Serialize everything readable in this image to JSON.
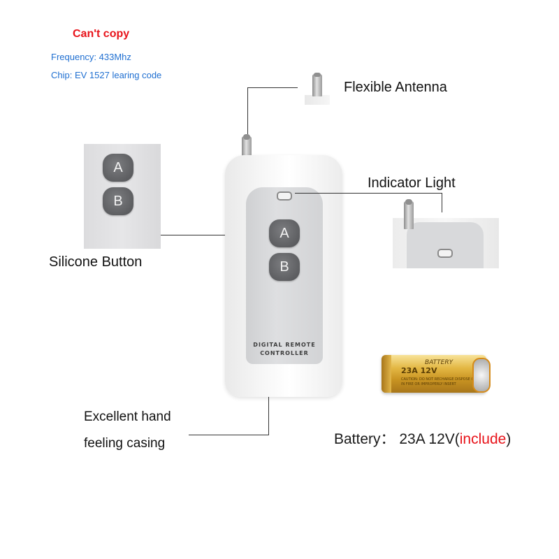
{
  "notes": {
    "cant_copy": "Can't copy",
    "frequency": "Frequency: 433Mhz",
    "chip": "Chip: EV 1527 learing code"
  },
  "labels": {
    "flexible_antenna": "Flexible Antenna",
    "indicator_light": "Indicator Light",
    "silicone_button": "Silicone  Button",
    "casing_line1": "Excellent hand",
    "casing_line2": "feeling casing"
  },
  "battery_caption": {
    "prefix": "Battery： 23A 12V(",
    "highlight": "include",
    "suffix": ")"
  },
  "remote": {
    "button_a": "A",
    "button_b": "B",
    "brand_line1": "DIGITAL REMOTE",
    "brand_line2": "CONTROLLER"
  },
  "battery": {
    "brand_text": "BATTERY",
    "model_text": "23A 12V",
    "caution_line1": "CAUTION: DO NOT RECHARGE DISPOSE OF",
    "caution_line2": "IN FIRE OR IMPROPERLY INSERT"
  },
  "colors": {
    "accent_red": "#e8141b",
    "accent_blue": "#1f6fd1",
    "button_gray": "#5e5f62",
    "battery_gold": "#e3b743"
  }
}
